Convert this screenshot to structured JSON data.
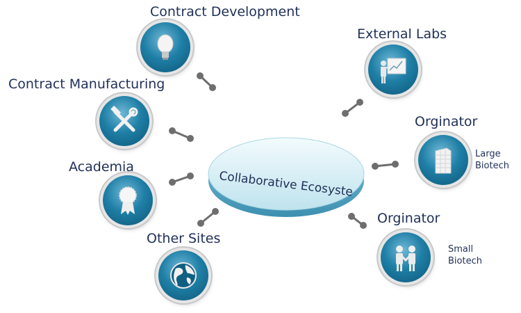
{
  "center": {
    "label": "Collaborative Ecosystem"
  },
  "nodes": {
    "contract_development": {
      "label": "Contract Development",
      "icon": "lightbulb-icon"
    },
    "contract_manufacturing": {
      "label": "Contract Manufacturing",
      "icon": "tools-icon"
    },
    "academia": {
      "label": "Academia",
      "icon": "award-ribbon-icon"
    },
    "other_sites": {
      "label": "Other Sites",
      "icon": "globe-icon"
    },
    "external_labs": {
      "label": "External Labs",
      "icon": "presentation-board-icon"
    },
    "originator_large": {
      "label": "Orginator",
      "sublabel_1": "Large",
      "sublabel_2": "Biotech",
      "icon": "office-building-icon"
    },
    "originator_small": {
      "label": "Orginator",
      "sublabel_1": "Small",
      "sublabel_2": "Biotech",
      "icon": "handshake-icon"
    }
  },
  "colors": {
    "label_text": "#1f2f57",
    "node_blue": "#1f7fa6",
    "connector_gray": "#6e6e6e",
    "ellipse_light": "#dff3f8",
    "ellipse_mid": "#9fd4e3"
  }
}
